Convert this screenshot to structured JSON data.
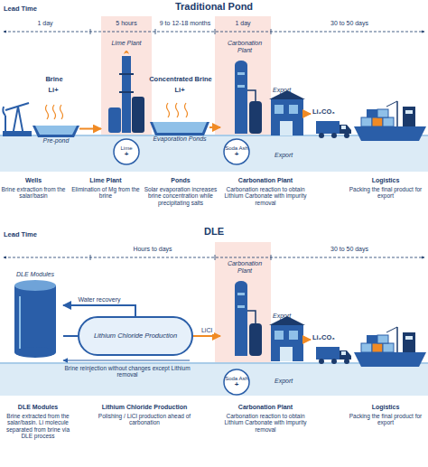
{
  "diagram": {
    "nodes": [
      {
        "text": [
          "Pre-pond"
        ]
      },
      {
        "text": [
          "Lime Plant"
        ]
      },
      {
        "text": [
          "Lime",
          "+"
        ]
      },
      {
        "text": [
          "Evaporation Ponds"
        ]
      },
      {
        "text": [
          "Carbonation Plant"
        ]
      },
      {
        "text": [
          "Soda Ash",
          "+"
        ]
      },
      {
        "text": [
          "DLE Modules"
        ]
      },
      {
        "text": [
          "Lithium Chloride Production"
        ]
      },
      {
        "text": [
          "Carbonation Plant"
        ]
      },
      {
        "text": [
          "Soda Ash",
          "+"
        ]
      }
    ],
    "edges": [
      {
        "from": 0,
        "to": 1,
        "arrow": "to"
      },
      {
        "from": 3,
        "to": 4,
        "arrow": "to"
      },
      {
        "from": 6,
        "to": 7,
        "arrow": "none"
      },
      {
        "from": 7,
        "to": 6,
        "label": "Water recovery",
        "arrow": "to"
      },
      {
        "from": 7,
        "to": 8,
        "label": "LiCl",
        "arrow": "to"
      }
    ],
    "labels": [
      "Traditional Pond",
      "Lead Time",
      "1 day",
      "5 hours",
      "9 to 12-18 months",
      "1 day",
      "30 to 50 days",
      "Brine",
      "Li+",
      "Concentrated Brine",
      "Li+",
      "Export",
      "Li₂CO₃",
      "Export",
      "Wells",
      "Brine extraction from the salar/basin",
      "Lime Plant",
      "Elimination of Mg from the brine",
      "Ponds",
      "Solar evaporation increases brine concentration while precipitating salts",
      "Carbonation Plant",
      "Carbonation reaction to obtain Lithium Carbonate with impurity removal",
      "Logistics",
      "Packing the final product for export",
      "DLE",
      "Lead Time",
      "Hours to days",
      "30 to 50 days",
      "Export",
      "Li₂CO₃",
      "Brine reinjection without changes except Lithium removal",
      "Export",
      "DLE Modules",
      "Brine extracted from the salar/basin. Li molecule separated from brine via DLE process",
      "Lithium Chloride Production",
      "Polishing / LiCl production ahead of carbonation",
      "Carbonation Plant",
      "Carbonation reaction to obtain Lithium Carbonate with impurity removal",
      "Logistics",
      "Packing the final product for export"
    ]
  }
}
